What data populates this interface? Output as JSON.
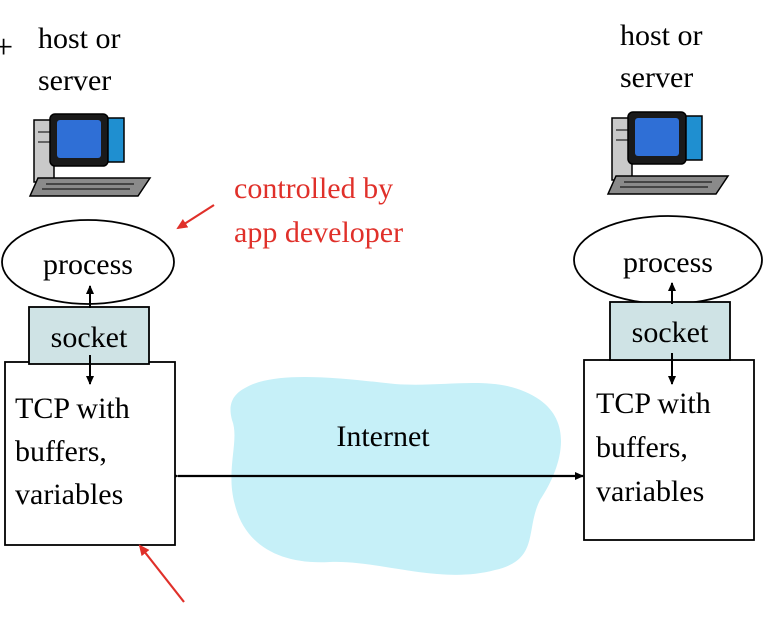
{
  "left_host": {
    "label_line1": "host or",
    "label_line2": "server",
    "process_label": "process",
    "socket_label": "socket",
    "tcp_line1": "TCP with",
    "tcp_line2": "buffers,",
    "tcp_line3": "variables"
  },
  "right_host": {
    "label_line1": "host or",
    "label_line2": "server",
    "process_label": "process",
    "socket_label": "socket",
    "tcp_line1": "TCP with",
    "tcp_line2": "buffers,",
    "tcp_line3": "variables"
  },
  "network": {
    "label": "Internet"
  },
  "annotation": {
    "line1": "controlled by",
    "line2": "app developer",
    "color": "#e0302a"
  },
  "colors": {
    "socket_fill": "#cfe3e5",
    "cloud_fill": "#c6f0f8",
    "stroke": "#000000"
  },
  "icons": {
    "computer": "computer-icon"
  }
}
